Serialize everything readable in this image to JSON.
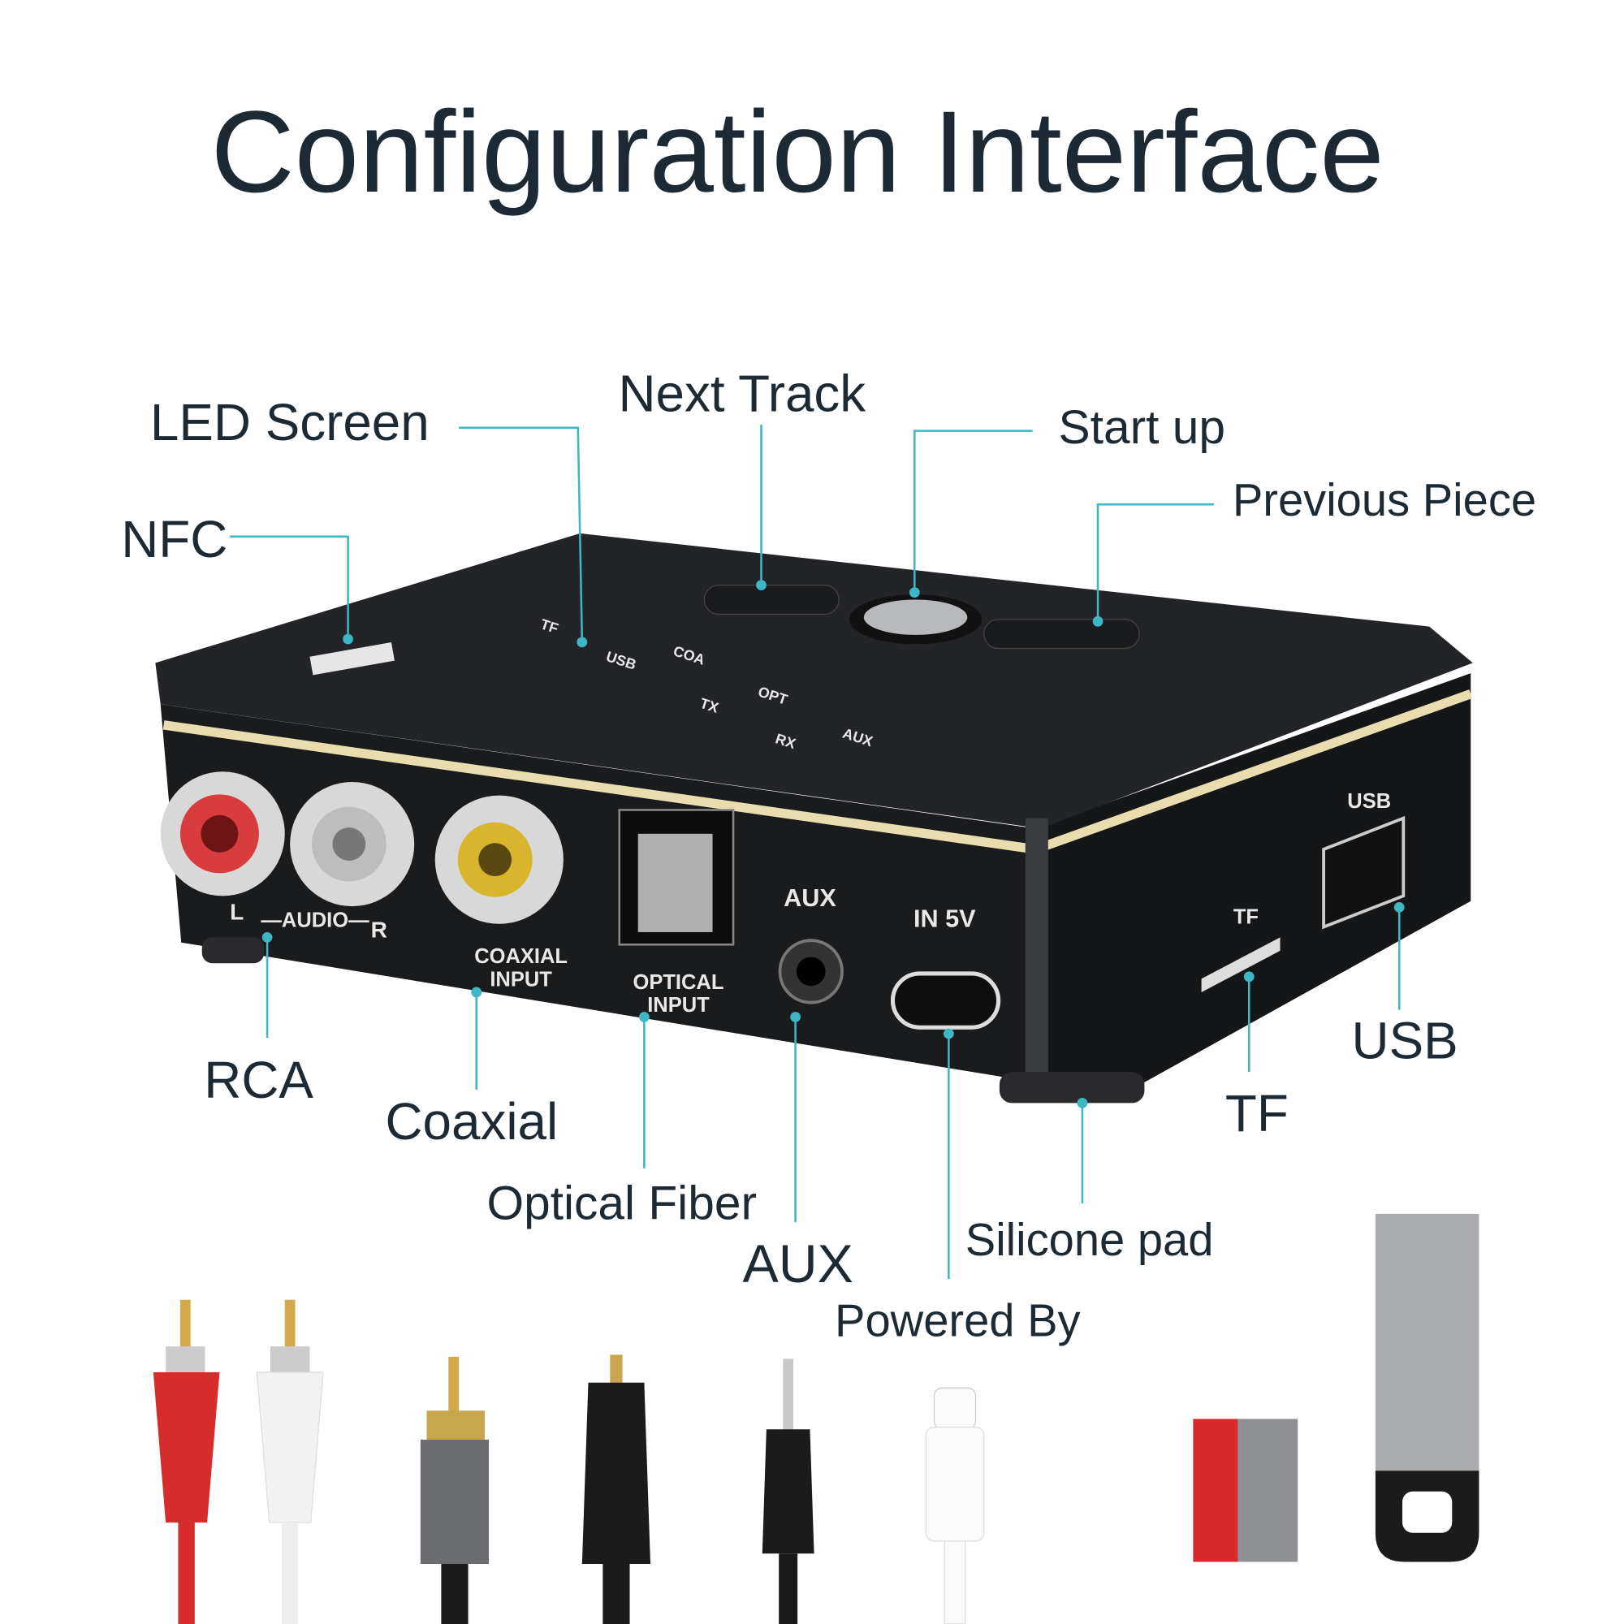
{
  "title": "Configuration Interface",
  "callouts": {
    "led_screen": "LED Screen",
    "next_track": "Next Track",
    "start_up": "Start up",
    "previous_piece": "Previous Piece",
    "nfc": "NFC",
    "rca": "RCA",
    "coaxial": "Coaxial",
    "optical_fiber": "Optical Fiber",
    "aux": "AUX",
    "silicone_pad": "Silicone pad",
    "powered_by": "Powered By",
    "tf": "TF",
    "usb": "USB"
  },
  "device_labels": {
    "left": "L",
    "audio": "—AUDIO—",
    "right": "R",
    "coaxial_1": "COAXIAL",
    "coaxial_2": "INPUT",
    "optical_1": "OPTICAL",
    "optical_2": "INPUT",
    "aux": "AUX",
    "in5v": "IN 5V",
    "tf": "TF",
    "usb": "USB"
  },
  "led_labels": [
    "TF",
    "USB",
    "COA",
    "TX",
    "OPT",
    "RX",
    "AUX"
  ],
  "colors": {
    "leader": "#3db6c6",
    "text": "#1d2a33",
    "device": "#1b1c1e",
    "trim": "#e9ddb0"
  }
}
